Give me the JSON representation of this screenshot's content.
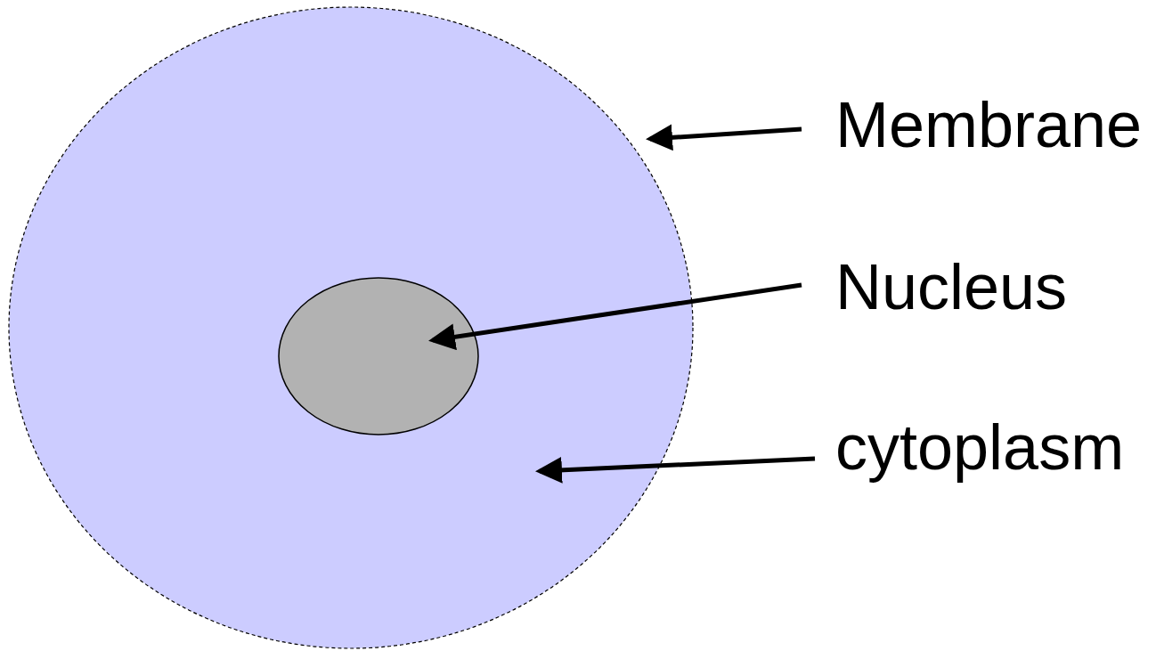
{
  "diagram": {
    "labels": [
      "Membrane",
      "Nucleus",
      "cytoplasm"
    ]
  }
}
